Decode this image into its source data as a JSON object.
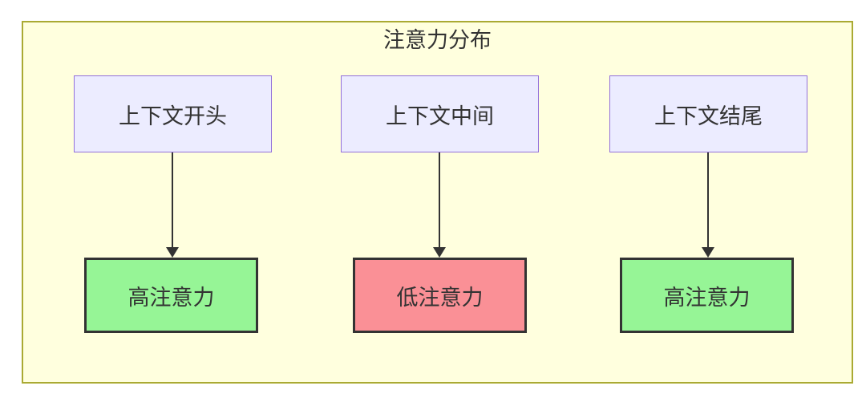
{
  "diagram": {
    "type": "flowchart",
    "title": "注意力分布",
    "columns": [
      {
        "source_label": "上下文开头",
        "result_label": "高注意力",
        "attention_level": "high"
      },
      {
        "source_label": "上下文中间",
        "result_label": "低注意力",
        "attention_level": "low"
      },
      {
        "source_label": "上下文结尾",
        "result_label": "高注意力",
        "attention_level": "high"
      }
    ],
    "colors": {
      "container_bg": "#ffffde",
      "container_border": "#aaaa33",
      "node_bg": "#ececff",
      "node_border": "#9370db",
      "high_bg": "#96f596",
      "low_bg": "#fa9096",
      "result_border": "#333333",
      "arrow": "#333333",
      "text": "#333333"
    }
  }
}
